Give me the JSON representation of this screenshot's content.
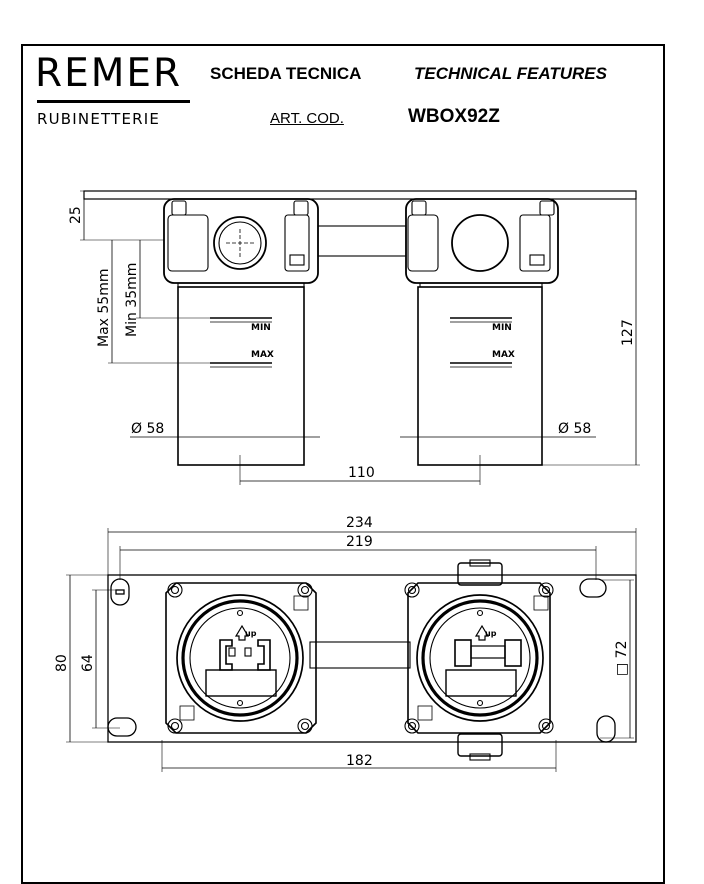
{
  "header": {
    "brand": "REMER",
    "brand_sub": "RUBINETTERIE",
    "title_it": "SCHEDA TECNICA",
    "title_en": "TECHNICAL FEATURES",
    "art_label": "ART. COD.",
    "art_code": "WBOX92Z"
  },
  "front_view": {
    "dim_top": "25",
    "dim_max": "Max 55mm",
    "dim_min": "Min 35mm",
    "mark_min": "MIN",
    "mark_max": "MAX",
    "dia_left": "Ø 58",
    "dia_right": "Ø 58",
    "spacing": "110",
    "height": "127"
  },
  "top_view": {
    "width_outer": "234",
    "width_inner": "219",
    "width_base": "182",
    "height_outer": "80",
    "height_inner": "64",
    "square": "□ 72",
    "arrow_label": "up"
  }
}
